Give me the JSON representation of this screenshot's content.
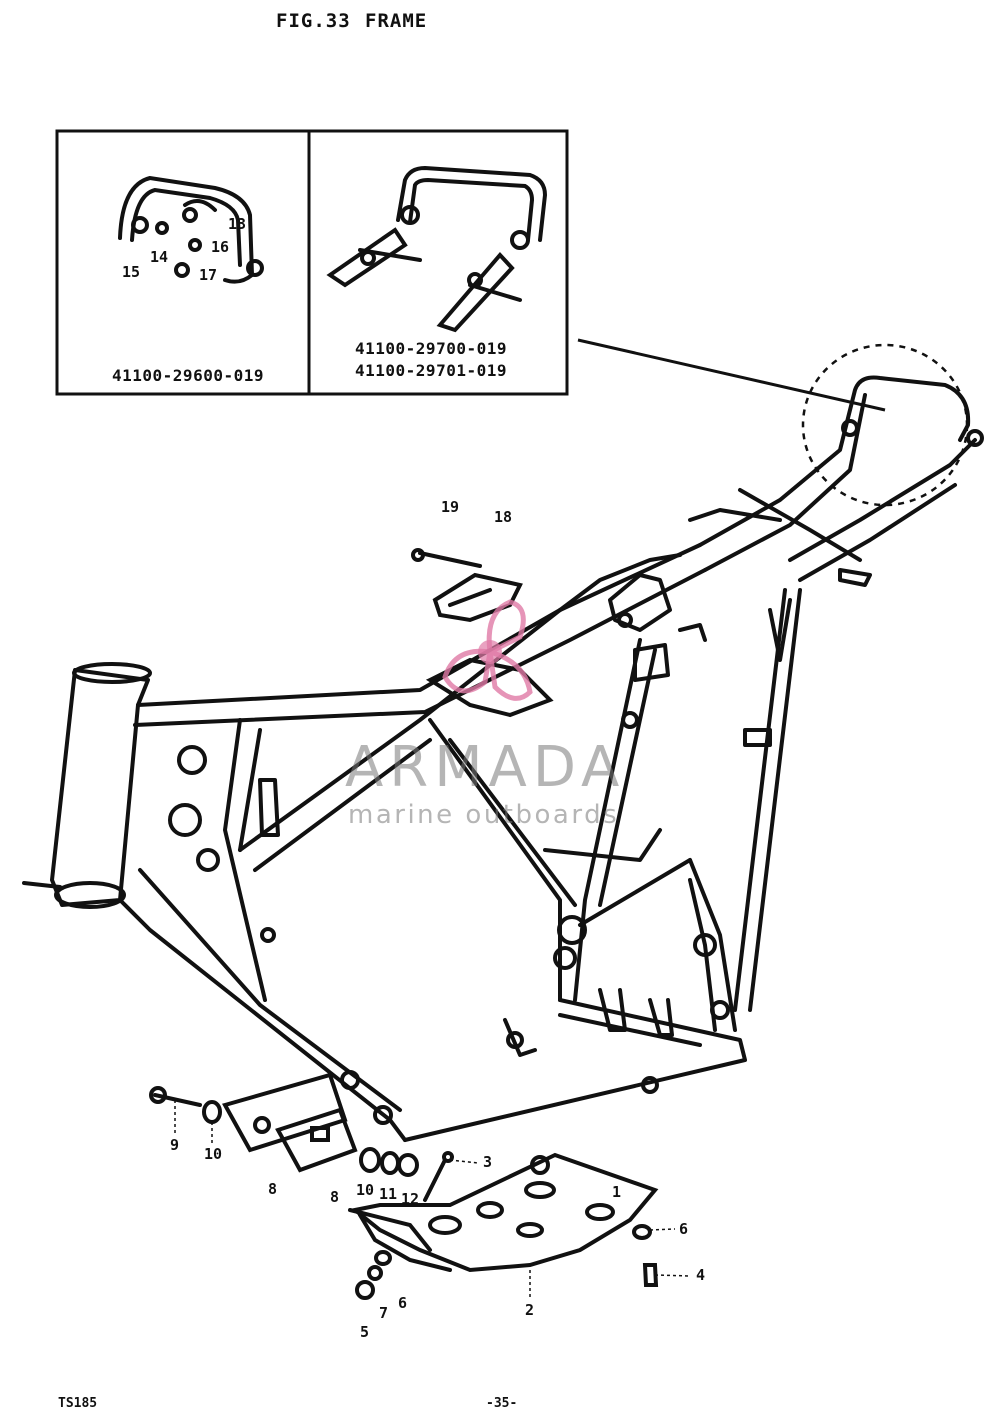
{
  "header": {
    "figure": "FIG.33",
    "title": "FRAME"
  },
  "inset": {
    "left_part_no": "41100-29600-019",
    "right_part_no_1": "41100-29700-019",
    "right_part_no_2": "41100-29701-019"
  },
  "callouts": [
    "1",
    "2",
    "3",
    "4",
    "5",
    "6",
    "6",
    "7",
    "8",
    "8",
    "9",
    "10",
    "10",
    "11",
    "12",
    "13",
    "14",
    "15",
    "16",
    "17",
    "18",
    "19"
  ],
  "watermark": {
    "title": "ARMADA",
    "subtitle": "marine outboards",
    "color": "#e07aa6"
  },
  "footer": {
    "model": "TS185",
    "page": "-35-"
  }
}
